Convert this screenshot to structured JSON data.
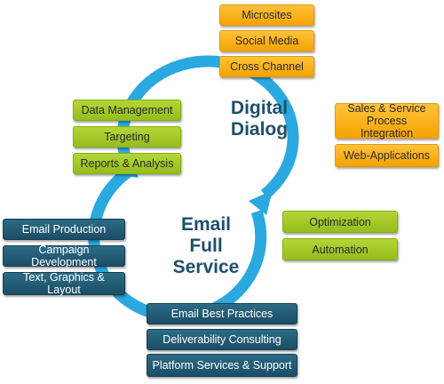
{
  "colors": {
    "ring": "#29a9df",
    "orange_box": "#f8b21a",
    "green_box": "#a2c62a",
    "navy_box": "#1f5772",
    "title_text": "#1d4f6d"
  },
  "digital_dialog": {
    "title_lines": [
      "Digital",
      "Dialog"
    ],
    "top_items": [
      "Microsites",
      "Social Media",
      "Cross Channel"
    ],
    "right_items": [
      "Sales & Service\nProcess Integration",
      "Web-Applications"
    ],
    "left_items": [
      "Data Management",
      "Targeting",
      "Reports & Analysis"
    ]
  },
  "email_full_service": {
    "title_lines": [
      "Email",
      "Full",
      "Service"
    ],
    "left_items": [
      "Email Production",
      "Campaign Development",
      "Text, Graphics & Layout"
    ],
    "right_items": [
      "Optimization",
      "Automation"
    ],
    "bottom_items": [
      "Email Best Practices",
      "Deliverability Consulting",
      "Platform Services & Support"
    ]
  }
}
